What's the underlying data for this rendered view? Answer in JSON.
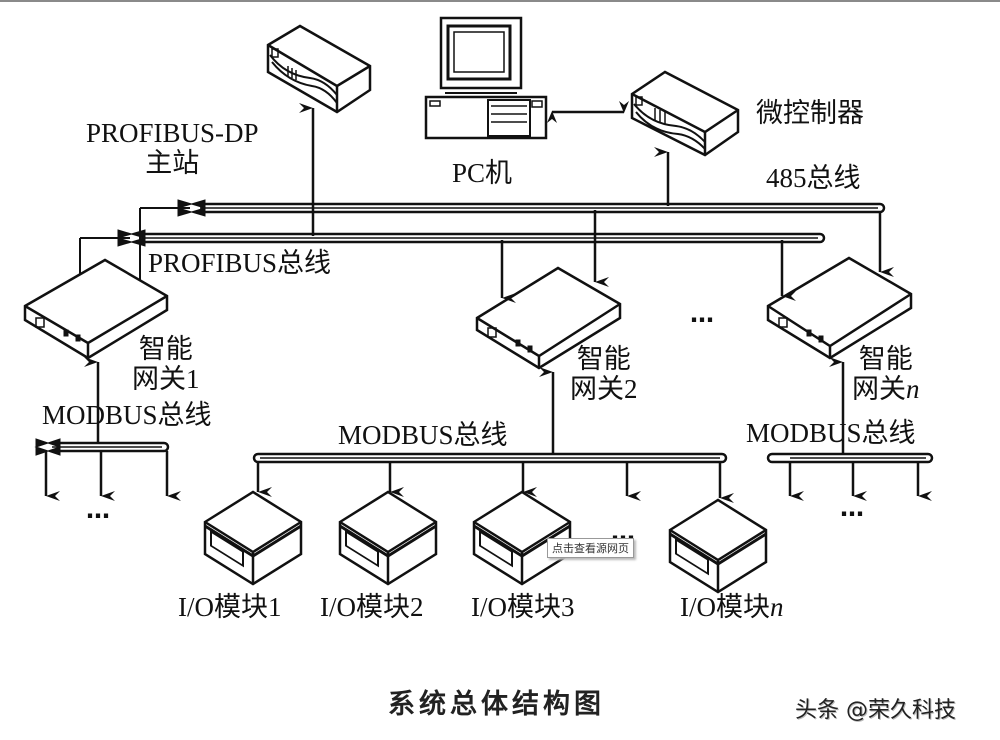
{
  "diagram": {
    "caption": "系统总体结构图",
    "watermark": "头条 @荣久科技",
    "tooltip": "点击查看源网页",
    "nodes": {
      "pc": "PC机",
      "microcontroller": "微控制器",
      "profibus_master_line1": "PROFIBUS-DP",
      "profibus_master_line2": "主站",
      "gateway1_line1": "智能",
      "gateway1_line2": "网关1",
      "gateway2_line1": "智能",
      "gateway2_line2": "网关2",
      "gatewayn_line1": "智能",
      "gatewayn_line2_prefix": "网关",
      "gatewayn_line2_suffix": "n",
      "io_modules": [
        {
          "prefix": "I/O模块",
          "suffix": "1"
        },
        {
          "prefix": "I/O模块",
          "suffix": "2"
        },
        {
          "prefix": "I/O模块",
          "suffix": "3"
        },
        {
          "prefix": "I/O模块",
          "suffix": "n"
        }
      ]
    },
    "buses": {
      "rs485": "485总线",
      "profibus": "PROFIBUS总线",
      "modbus_1": "MODBUS总线",
      "modbus_2": "MODBUS总线",
      "modbus_n": "MODBUS总线"
    },
    "ellipsis": "…",
    "edges": [
      {
        "from": "pc",
        "to": "microcontroller",
        "type": "bidirectional"
      },
      {
        "from": "rs485",
        "to": "microcontroller"
      },
      {
        "from": "profibus",
        "to": "profibus_master"
      },
      {
        "from": "rs485",
        "to": "gateway1"
      },
      {
        "from": "profibus",
        "to": "gateway1"
      },
      {
        "from": "rs485",
        "to": "gateway2"
      },
      {
        "from": "profibus",
        "to": "gateway2"
      },
      {
        "from": "rs485",
        "to": "gatewayn"
      },
      {
        "from": "profibus",
        "to": "gatewayn"
      },
      {
        "from": "modbus_1",
        "to": "gateway1"
      },
      {
        "from": "modbus_2",
        "to": "gateway2"
      },
      {
        "from": "modbus_n",
        "to": "gatewayn"
      },
      {
        "from": "modbus_2",
        "to": "io_module_1"
      },
      {
        "from": "modbus_2",
        "to": "io_module_2"
      },
      {
        "from": "modbus_2",
        "to": "io_module_3"
      },
      {
        "from": "modbus_2",
        "to": "io_module_n"
      }
    ]
  }
}
